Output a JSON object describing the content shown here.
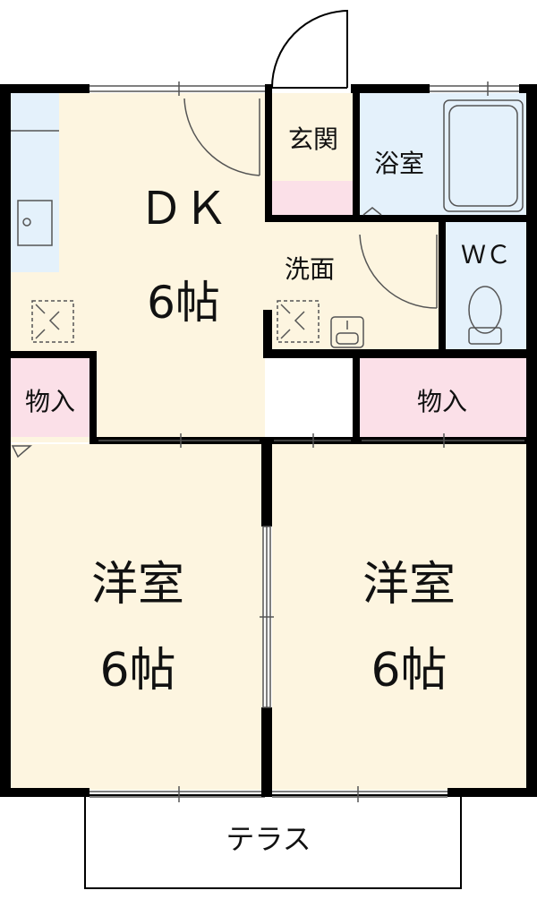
{
  "rooms": {
    "dk": {
      "name": "ＤＫ",
      "size": "6帖"
    },
    "entrance": {
      "name": "玄関"
    },
    "bath": {
      "name": "浴室"
    },
    "wc": {
      "name": "ＷＣ"
    },
    "washroom": {
      "name": "洗面"
    },
    "storage_left": {
      "name": "物入"
    },
    "storage_right": {
      "name": "物入"
    },
    "western_left": {
      "name": "洋室",
      "size": "6帖"
    },
    "western_right": {
      "name": "洋室",
      "size": "6帖"
    },
    "terrace": {
      "name": "テラス"
    }
  },
  "colors": {
    "wall": "#000000",
    "floor": "#fdf5e0",
    "wet_area": "#e4f1fb",
    "storage": "#fbe0e8",
    "fixture_line": "#555555"
  }
}
